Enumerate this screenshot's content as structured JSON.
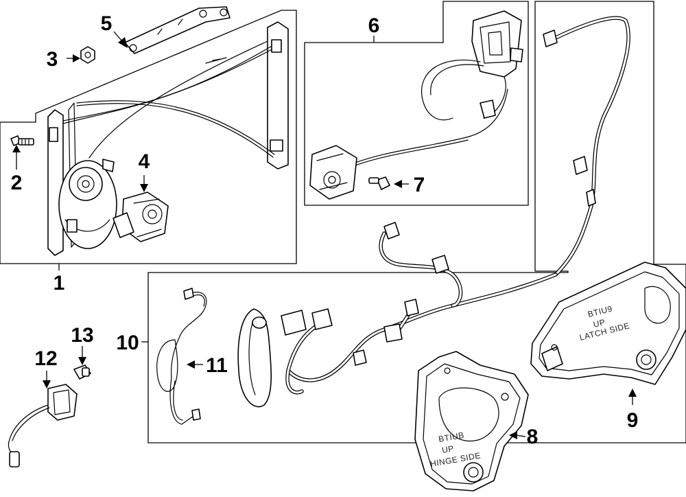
{
  "diagram": {
    "callouts": [
      {
        "id": "1",
        "label": "1"
      },
      {
        "id": "2",
        "label": "2"
      },
      {
        "id": "3",
        "label": "3"
      },
      {
        "id": "4",
        "label": "4"
      },
      {
        "id": "5",
        "label": "5"
      },
      {
        "id": "6",
        "label": "6"
      },
      {
        "id": "7",
        "label": "7"
      },
      {
        "id": "8",
        "label": "8"
      },
      {
        "id": "9",
        "label": "9"
      },
      {
        "id": "10",
        "label": "10"
      },
      {
        "id": "11",
        "label": "11"
      },
      {
        "id": "12",
        "label": "12"
      },
      {
        "id": "13",
        "label": "13"
      }
    ],
    "decals": {
      "hinge_panel": [
        "BTIUB",
        "UP",
        "HINGE SIDE"
      ],
      "latch_panel": [
        "BTIU9",
        "UP",
        "LATCH SIDE"
      ]
    }
  }
}
